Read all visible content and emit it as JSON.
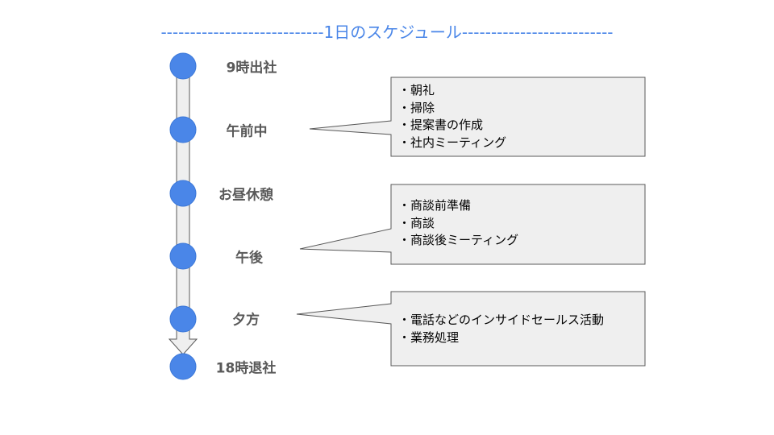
{
  "title": "----------------------------1日のスケジュール--------------------------",
  "timeline": [
    {
      "label": "9時出社"
    },
    {
      "label": "午前中"
    },
    {
      "label": "お昼休憩"
    },
    {
      "label": "午後"
    },
    {
      "label": "夕方"
    },
    {
      "label": "18時退社"
    }
  ],
  "callouts": [
    {
      "items": [
        "・朝礼",
        "・掃除",
        "・提案書の作成",
        "・社内ミーティング"
      ]
    },
    {
      "items": [
        "・商談前準備",
        "・商談",
        "・商談後ミーティング"
      ]
    },
    {
      "items": [
        "・電話などのインサイドセールス活動",
        "・業務処理"
      ]
    }
  ],
  "colors": {
    "title": "#4a86e8",
    "node_fill": "#4a86e8",
    "node_stroke": "#3c78d8",
    "arrow_fill": "#efefef",
    "label": "#595959",
    "callout_fill": "#efefef",
    "callout_stroke": "#595959"
  }
}
